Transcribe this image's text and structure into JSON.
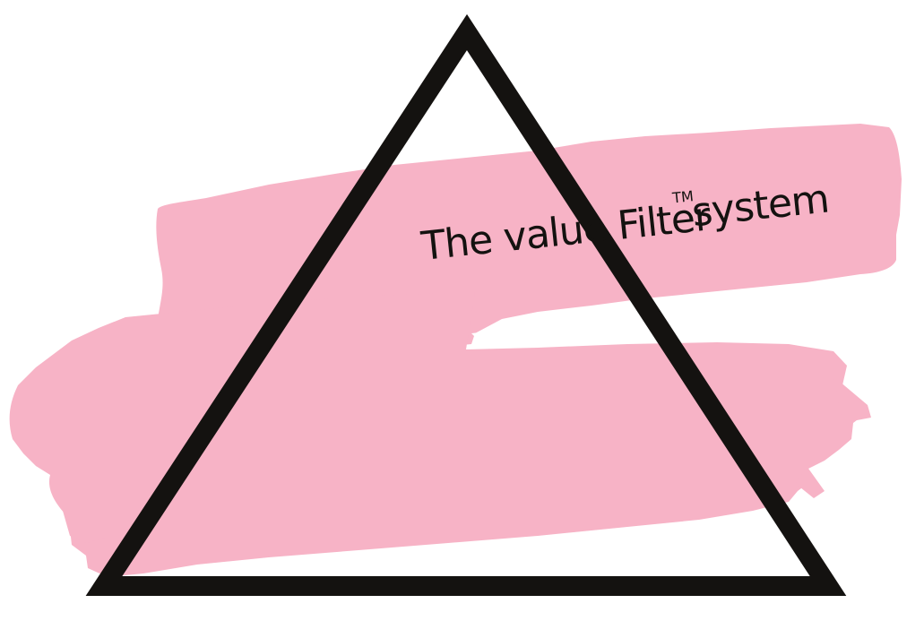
{
  "colors": {
    "background": "#ffffff",
    "brush": "#f7b3c6",
    "triangle_stroke": "#141210",
    "text": "#141210"
  },
  "graphic": {
    "title": "The value Filter",
    "trademark": "TM",
    "title_suffix": "system"
  }
}
